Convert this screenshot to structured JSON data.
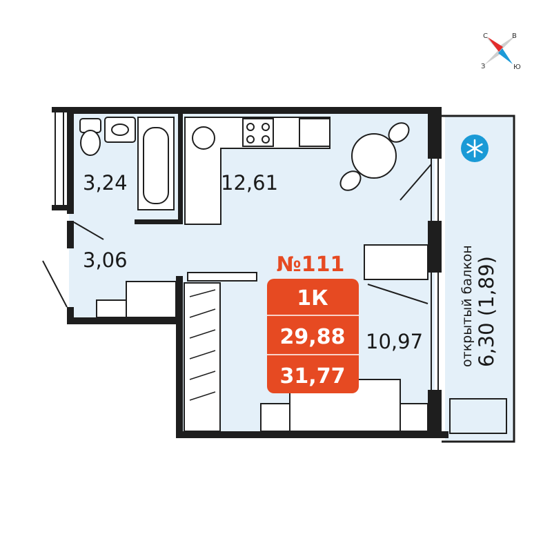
{
  "compass": {
    "north": "С",
    "east": "В",
    "west": "З",
    "south": "Ю"
  },
  "rooms": {
    "bathroom_area": "3,24",
    "kitchen_area": "12,61",
    "hall_area": "3,06",
    "room_area": "10,97",
    "balcony_label": "открытый балкон",
    "balcony_area": "6,30 (1,89)"
  },
  "badge": {
    "number": "№111",
    "type": "1К",
    "living_area": "29,88",
    "total_area": "31,77"
  },
  "colors": {
    "accent": "#e64a22",
    "floor": "#e4f0f9",
    "wall": "#1e1e1e"
  },
  "icons": {
    "balcony": "snowflake-icon",
    "compass": "compass-icon"
  }
}
